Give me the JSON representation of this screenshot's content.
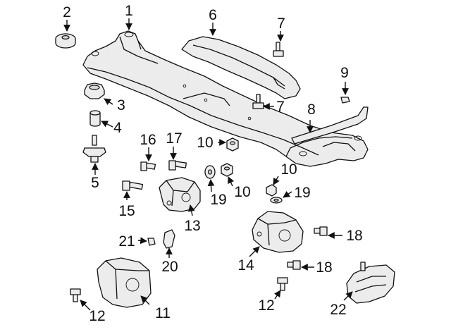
{
  "callouts": [
    {
      "id": "c1",
      "text": "1"
    },
    {
      "id": "c2",
      "text": "2"
    },
    {
      "id": "c3",
      "text": "3"
    },
    {
      "id": "c4",
      "text": "4"
    },
    {
      "id": "c5",
      "text": "5"
    },
    {
      "id": "c6",
      "text": "6"
    },
    {
      "id": "c7a",
      "text": "7"
    },
    {
      "id": "c7b",
      "text": "7"
    },
    {
      "id": "c8",
      "text": "8"
    },
    {
      "id": "c9",
      "text": "9"
    },
    {
      "id": "c10a",
      "text": "10"
    },
    {
      "id": "c10b",
      "text": "10"
    },
    {
      "id": "c10c",
      "text": "10"
    },
    {
      "id": "c11",
      "text": "11"
    },
    {
      "id": "c12a",
      "text": "12"
    },
    {
      "id": "c12b",
      "text": "12"
    },
    {
      "id": "c13",
      "text": "13"
    },
    {
      "id": "c14",
      "text": "14"
    },
    {
      "id": "c15",
      "text": "15"
    },
    {
      "id": "c16",
      "text": "16"
    },
    {
      "id": "c17",
      "text": "17"
    },
    {
      "id": "c18a",
      "text": "18"
    },
    {
      "id": "c18b",
      "text": "18"
    },
    {
      "id": "c19a",
      "text": "19"
    },
    {
      "id": "c19b",
      "text": "19"
    },
    {
      "id": "c20",
      "text": "20"
    },
    {
      "id": "c21",
      "text": "21"
    },
    {
      "id": "c22",
      "text": "22"
    }
  ]
}
